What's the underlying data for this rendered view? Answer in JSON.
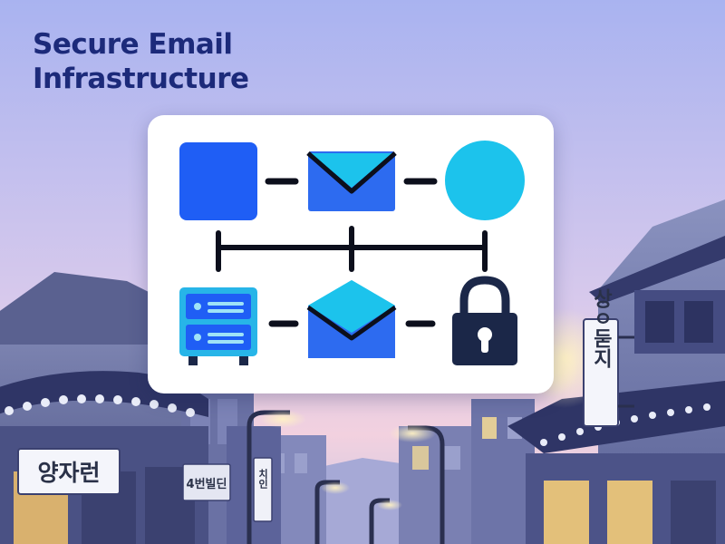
{
  "title": {
    "line1": "Secure Email",
    "line2": "Infrastructure"
  },
  "signs": {
    "left": "양자런",
    "center_left": "4번빌딘",
    "center_small": "치인",
    "right": "상ㅇ둗지"
  },
  "icons": [
    "blue-square-icon",
    "envelope-icon",
    "circle-icon",
    "server-icon",
    "open-envelope-icon",
    "padlock-icon"
  ],
  "colors": {
    "title": "#1c2a7a",
    "primary_blue": "#1f5ef5",
    "envelope_blue": "#2d6bf0",
    "cyan": "#1cc3ec",
    "server_teal": "#27b5e8",
    "connector": "#0c0f1c",
    "padlock": "#1b2748",
    "sky_top": "#aeb7f2",
    "sky_bottom": "#f1cfe0"
  }
}
